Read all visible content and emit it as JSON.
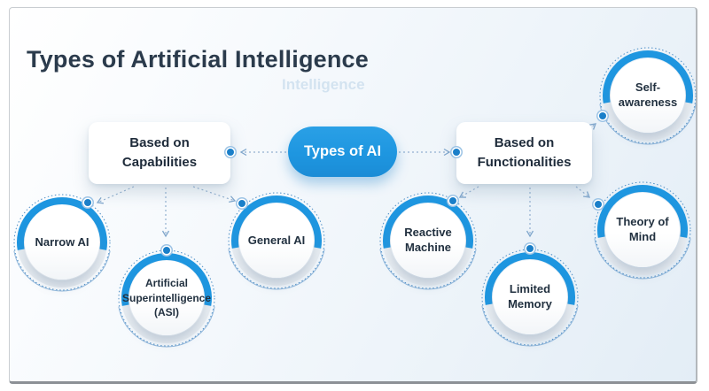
{
  "title": "Types of Artificial Intelligence",
  "watermark": "Intelligence",
  "colors": {
    "accent_blue": "#1E96E0",
    "dot_blue": "#1A7FC9",
    "title_color": "#2B3B4C",
    "node_text": "#223140",
    "connector": "#93B0D0",
    "card_tint": "#E3EDF6"
  },
  "center_node": {
    "label": "Types of AI"
  },
  "branches": [
    {
      "label": "Based on Capabilities"
    },
    {
      "label": "Based on Functionalities"
    }
  ],
  "nodes": [
    {
      "label": "Narrow AI",
      "group": "capabilities"
    },
    {
      "label": "Artificial Superintelligence (ASI)",
      "group": "capabilities"
    },
    {
      "label": "General AI",
      "group": "capabilities"
    },
    {
      "label": "Reactive Machine",
      "group": "functionalities"
    },
    {
      "label": "Limited Memory",
      "group": "functionalities"
    },
    {
      "label": "Theory of Mind",
      "group": "functionalities"
    },
    {
      "label": "Self-awareness",
      "group": "functionalities"
    }
  ]
}
